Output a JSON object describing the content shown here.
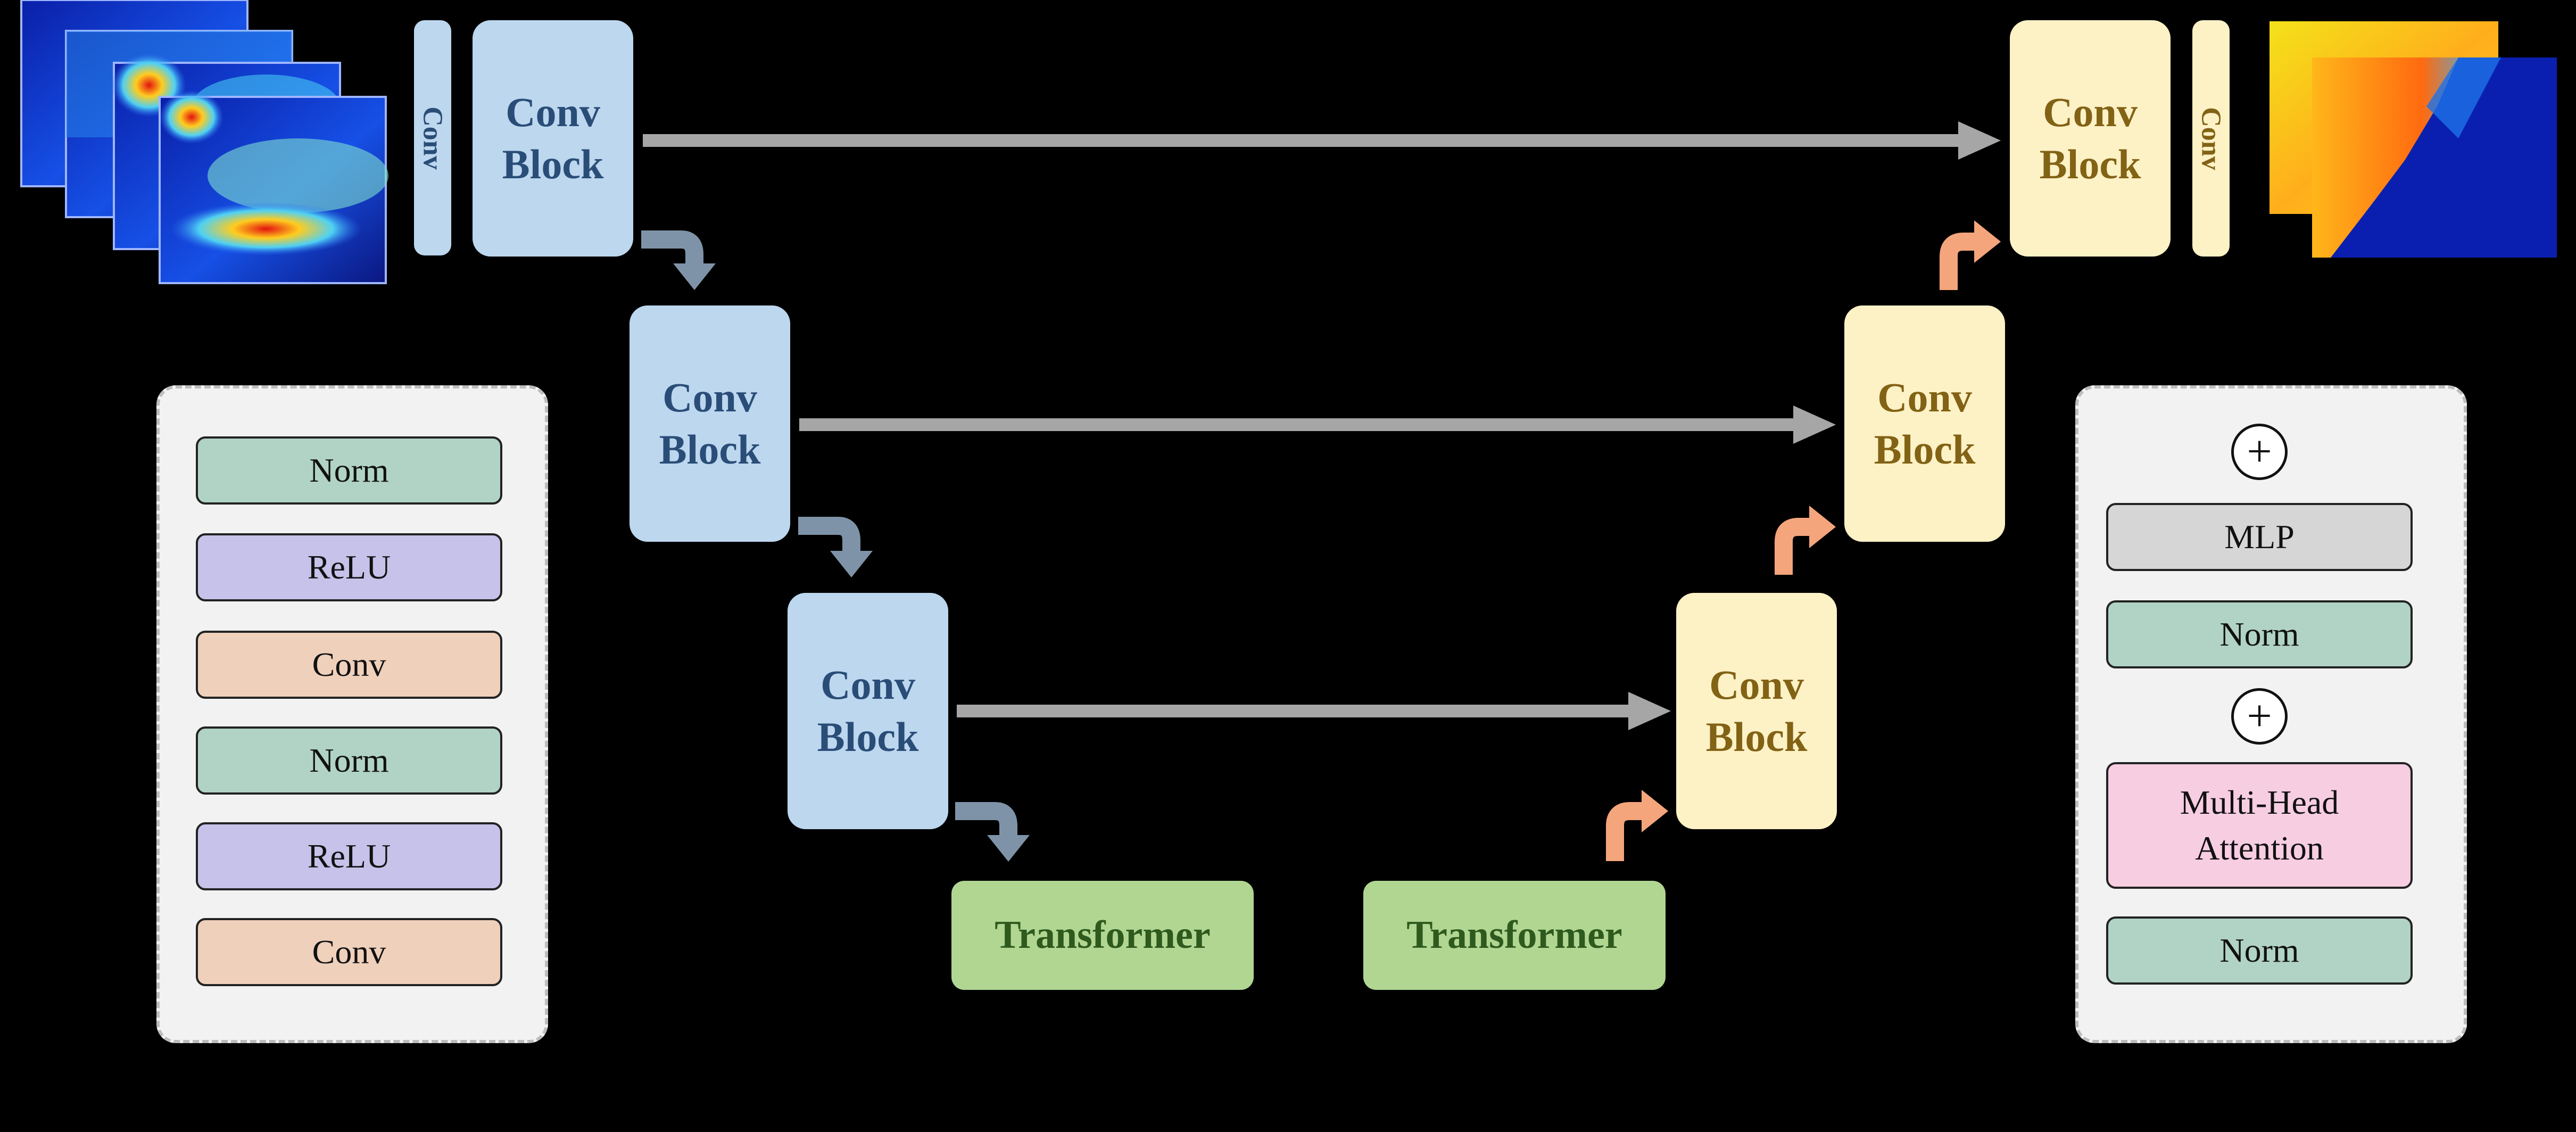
{
  "encoder": {
    "stem_conv_label": "Conv",
    "level1_label": "Conv\nBlock",
    "level2_label": "Conv\nBlock",
    "level3_label": "Conv\nBlock",
    "bottleneck_label": "Transformer"
  },
  "decoder": {
    "bottleneck_label": "Transformer",
    "level3_label": "Conv\nBlock",
    "level2_label": "Conv\nBlock",
    "level1_label": "Conv\nBlock",
    "head_conv_label": "Conv"
  },
  "conv_block_detail": {
    "layers": [
      "Norm",
      "ReLU",
      "Conv",
      "Norm",
      "ReLU",
      "Conv"
    ]
  },
  "transformer_detail": {
    "mlp_label": "MLP",
    "norm_top_label": "Norm",
    "attention_label": "Multi-Head\nAttention",
    "norm_bottom_label": "Norm",
    "residual_symbol": "+"
  },
  "colors": {
    "encoder_fill": "#bcd7ee",
    "encoder_text": "#2a4d78",
    "decoder_fill": "#fdf1c6",
    "decoder_text": "#826214",
    "transformer_fill": "#b0d692",
    "skip_arrow": "#a6a6a6",
    "down_arrow": "#7f93a8",
    "up_arrow": "#f4a57c"
  }
}
